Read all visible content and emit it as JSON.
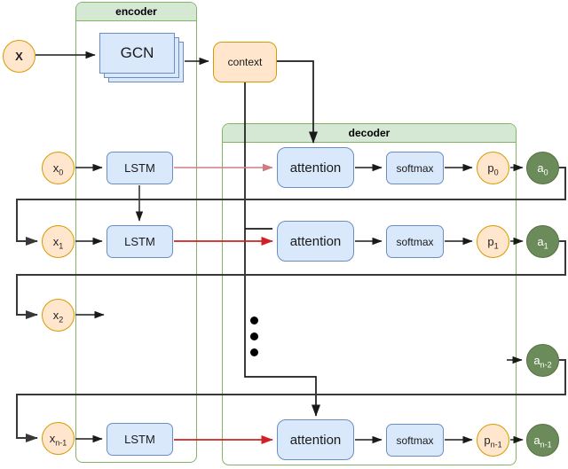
{
  "colors": {
    "background": "#ffffff",
    "orange_fill": "#ffe6cc",
    "orange_stroke": "#d79b00",
    "blue_fill": "#dae8fc",
    "blue_stroke": "#6c8ebf",
    "green_fill": "#d5e8d4",
    "green_stroke": "#82b366",
    "dark_green_fill": "#6b8c5a",
    "dark_green_stroke": "#56703f",
    "arrow_black": "#1a1a1a",
    "arrow_feedback": "#383838",
    "arrow_red": "#cc2222",
    "arrow_red_light": "#ce7e7e"
  },
  "containers": {
    "encoder": {
      "label": "encoder"
    },
    "decoder": {
      "label": "decoder"
    }
  },
  "nodes": {
    "input": "X",
    "gcn": "GCN",
    "context": "context",
    "lstm": "LSTM",
    "attention": "attention",
    "softmax": "softmax",
    "circles": {
      "x0": {
        "base": "x",
        "sub": "0"
      },
      "x1": {
        "base": "x",
        "sub": "1"
      },
      "x2": {
        "base": "x",
        "sub": "2"
      },
      "xn1": {
        "base": "x",
        "sub": "n-1"
      },
      "p0": {
        "base": "p",
        "sub": "0"
      },
      "p1": {
        "base": "p",
        "sub": "1"
      },
      "pn1": {
        "base": "p",
        "sub": "n-1"
      },
      "a0": {
        "base": "a",
        "sub": "0"
      },
      "a1": {
        "base": "a",
        "sub": "1"
      },
      "an2": {
        "base": "a",
        "sub": "n-2"
      },
      "an1": {
        "base": "a",
        "sub": "n-1"
      }
    }
  }
}
